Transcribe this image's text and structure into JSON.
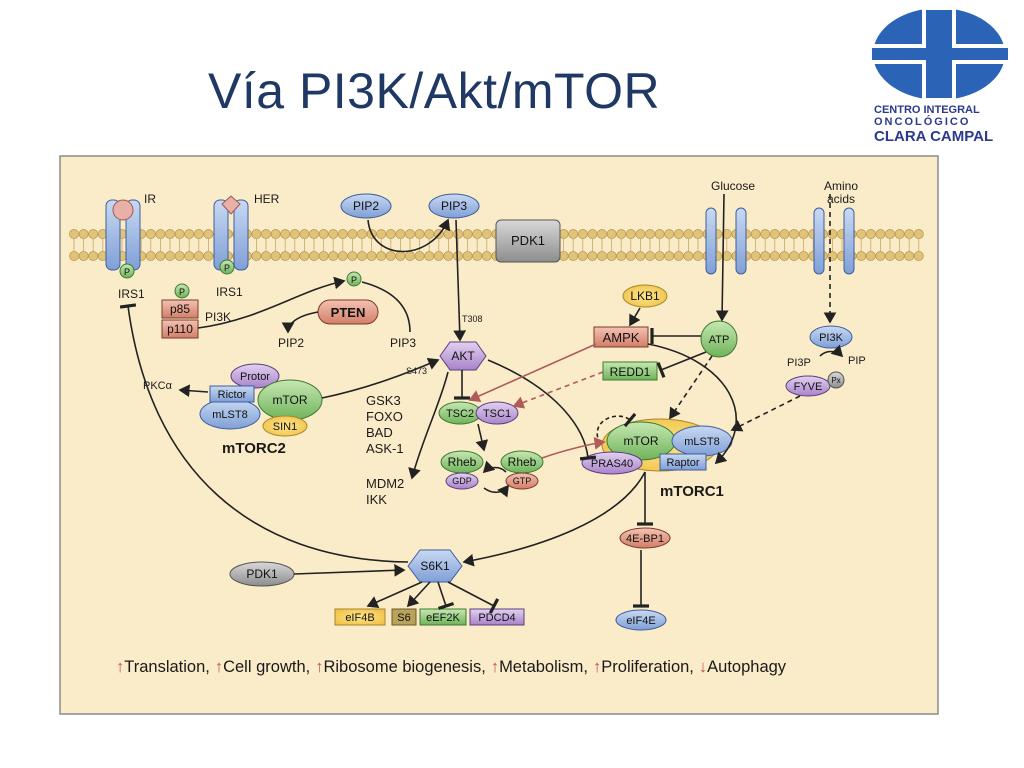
{
  "title": "Vía PI3K/Akt/mTOR",
  "logo": {
    "line1": "CENTRO INTEGRAL",
    "line2": "ONCOLÓGICO",
    "line3": "CLARA CAMPAL"
  },
  "receptors": {
    "ir": "IR",
    "her": "HER",
    "phospho": "P",
    "irs1_left": "IRS1",
    "irs1_right": "IRS1",
    "p85": "p85",
    "p110": "p110",
    "pi3k": "PI3K"
  },
  "membrane": {
    "pip2_top": "PIP2",
    "pip3_top": "PIP3",
    "pdk1_membrane": "PDK1",
    "glucose": "Glucose",
    "amino_acids_1": "Amino",
    "amino_acids_2": "acids"
  },
  "pten_area": {
    "pten": "PTEN",
    "pip2": "PIP2",
    "pip3": "PIP3",
    "t308": "T308",
    "s473": "S473"
  },
  "akt": "AKT",
  "mtorc2": {
    "protor": "Protor",
    "rictor": "Rictor",
    "mtor": "mTOR",
    "mlst8": "mLST8",
    "sin1": "SIN1",
    "label": "mTORC2",
    "pkc": "PKCα"
  },
  "akt_targets": [
    "GSK3",
    "FOXO",
    "BAD",
    "ASK-1"
  ],
  "akt_targets2": [
    "MDM2",
    "IKK"
  ],
  "tsc": {
    "tsc2": "TSC2",
    "tsc1": "TSC1"
  },
  "rheb": {
    "rheb_gdp": "Rheb",
    "gdp": "GDP",
    "rheb_gtp": "Rheb",
    "gtp": "GTP"
  },
  "energy": {
    "lkb1": "LKB1",
    "ampk": "AMPK",
    "atp": "ATP",
    "redd1": "REDD1"
  },
  "amino": {
    "pi3k": "PI3K",
    "pi3p": "PI3P",
    "pip": "PIP",
    "fyve": "FYVE",
    "px": "Px"
  },
  "mtorc1": {
    "mtor": "mTOR",
    "mlst8": "mLST8",
    "pras40": "PRAS40",
    "raptor": "Raptor",
    "label": "mTORC1"
  },
  "downstream": {
    "ebp1": "4E-BP1",
    "eif4e": "eIF4E",
    "s6k1": "S6K1",
    "pdk1": "PDK1",
    "eif4b": "eIF4B",
    "s6": "S6",
    "eef2k": "eEF2K",
    "pdcd4": "PDCD4"
  },
  "outcomes": [
    {
      "text": "Translation,",
      "dir": "up"
    },
    {
      "text": "Cell growth,",
      "dir": "up"
    },
    {
      "text": "Ribosome biogenesis,",
      "dir": "up"
    },
    {
      "text": "Metabolism,",
      "dir": "up"
    },
    {
      "text": "Proliferation,",
      "dir": "up"
    },
    {
      "text": "Autophagy",
      "dir": "down"
    }
  ],
  "colors": {
    "title": "#1f3864",
    "panel_bg": "#fbecc9",
    "membrane_bead": "#e0c27a",
    "arrow_dark": "#222222",
    "arrow_red": "#b05a5a",
    "receptor_blue": "#6f8fc8",
    "node_blue": "#9fb8e0",
    "node_purple": "#b79ad1",
    "node_green": "#7fbf6a",
    "node_salmon": "#e09a86",
    "node_yellow": "#f4d36b",
    "logo_blue": "#2b63b6"
  }
}
